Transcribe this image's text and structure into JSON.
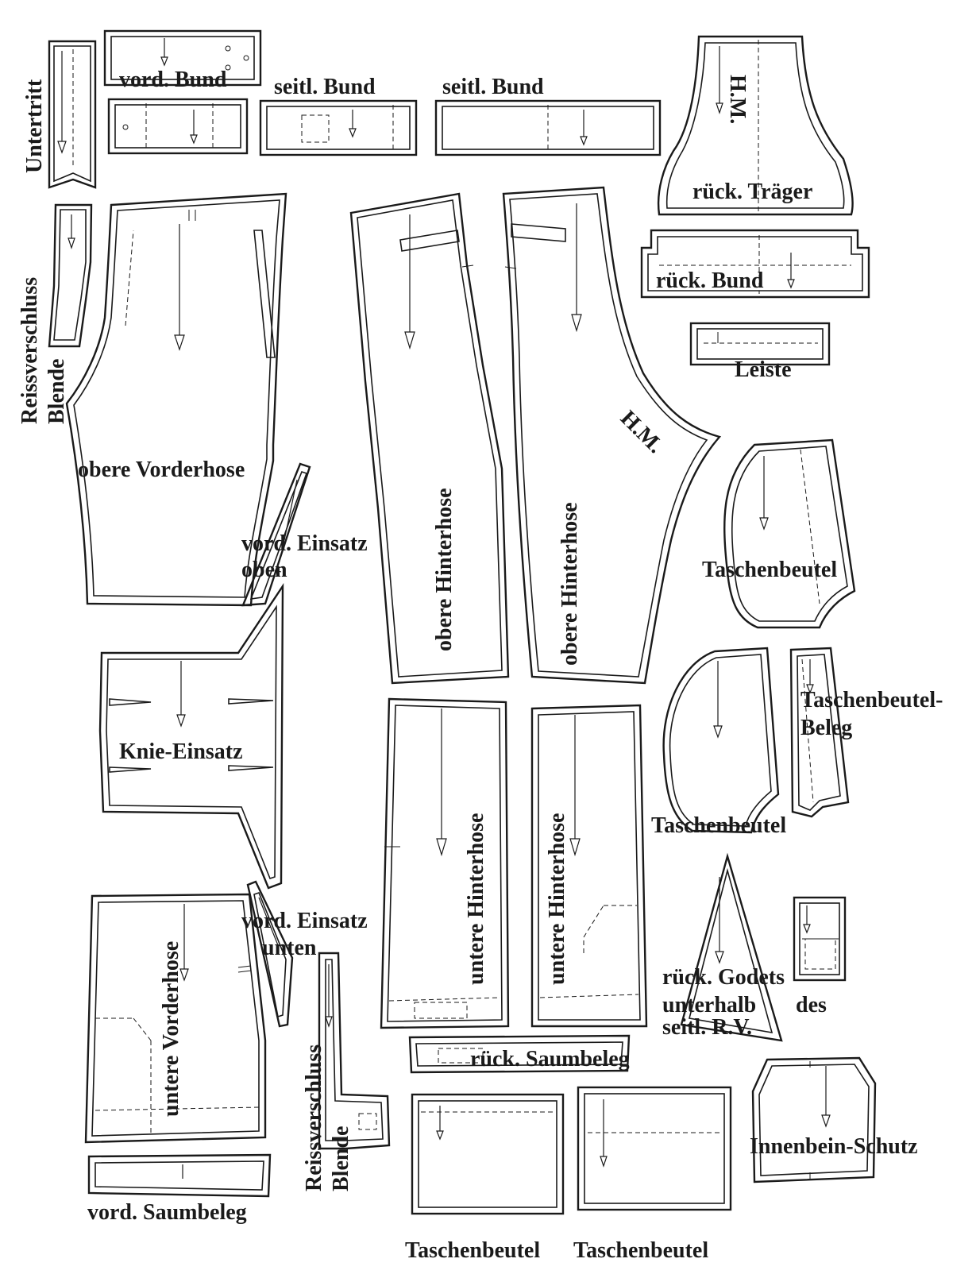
{
  "sheet": {
    "colors": {
      "line": "#1a1a1a",
      "paper": "#ffffff"
    }
  },
  "labels": {
    "untertritt": "Untertritt",
    "vord_bund": "vord. Bund",
    "seitl_bund_1": "seitl. Bund",
    "seitl_bund_2": "seitl. Bund",
    "hm_top": "H.M.",
    "rueck_traeger": "rück. Träger",
    "rueck_bund": "rück. Bund",
    "leiste": "Leiste",
    "reissverschluss_top_1": "Reissverschluss",
    "reissverschluss_top_2": "Blende",
    "obere_vorderhose": "obere Vorderhose",
    "vord_einsatz_oben_1": "vord. Einsatz",
    "vord_einsatz_oben_2": "oben",
    "obere_hinterhose_1": "obere Hinterhose",
    "obere_hinterhose_2": "obere Hinterhose",
    "hm_mid": "H.M.",
    "taschenbeutel_1": "Taschenbeutel",
    "knie_einsatz": "Knie-Einsatz",
    "taschenbeutel_beleg_1": "Taschenbeutel-",
    "taschenbeutel_beleg_2": "Beleg",
    "taschenbeutel_2": "Taschenbeutel",
    "untere_hinterhose_1": "untere Hinterhose",
    "untere_hinterhose_2": "untere Hinterhose",
    "vord_einsatz_unten_1": "vord. Einsatz",
    "vord_einsatz_unten_2": "unten",
    "untere_vorderhose": "untere Vorderhose",
    "rueck_godets_1": "rück. Godets",
    "rueck_godets_2": "unterhalb",
    "rueck_godets_3": "des",
    "rueck_godets_4": "seitl. R.V.",
    "rueck_saumbeleg": "rück. Saumbeleg",
    "reissverschluss_bottom_1": "Reissverschluss",
    "reissverschluss_bottom_2": "Blende",
    "innenbein_schutz": "Innenbein-Schutz",
    "vord_saumbeleg": "vord. Saumbeleg",
    "taschenbeutel_3": "Taschenbeutel",
    "taschenbeutel_4": "Taschenbeutel"
  }
}
